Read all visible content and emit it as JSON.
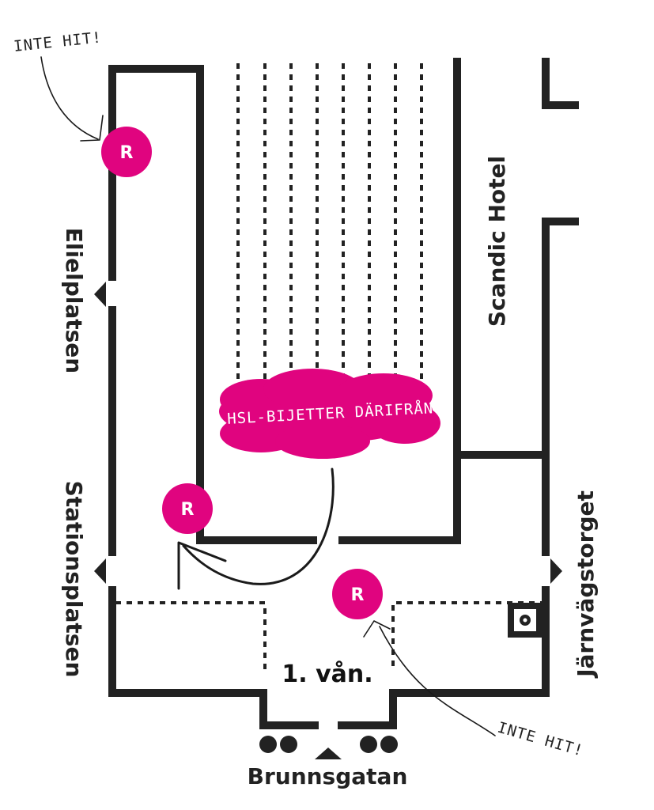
{
  "colors": {
    "accent": "#e0047f",
    "wall": "#222222"
  },
  "streets": {
    "left_upper": "Elielplatsen",
    "left_lower": "Stationsplatsen",
    "right": "Järnvägstorget",
    "bottom": "Brunnsgatan"
  },
  "building": {
    "hotel": "Scandic Hotel",
    "floor": "1. vån."
  },
  "annotations": {
    "not_here_top": "INTE HIT!",
    "not_here_bottom": "INTE HIT!",
    "tickets": "HSL-BIJETTER DÄRIFRÅN"
  },
  "markers": [
    {
      "label": "R",
      "note": "not here"
    },
    {
      "label": "R",
      "note": "tickets from here"
    },
    {
      "label": "R",
      "note": "not here"
    }
  ],
  "icons": [
    "elevator-icon",
    "escalator-icon"
  ]
}
